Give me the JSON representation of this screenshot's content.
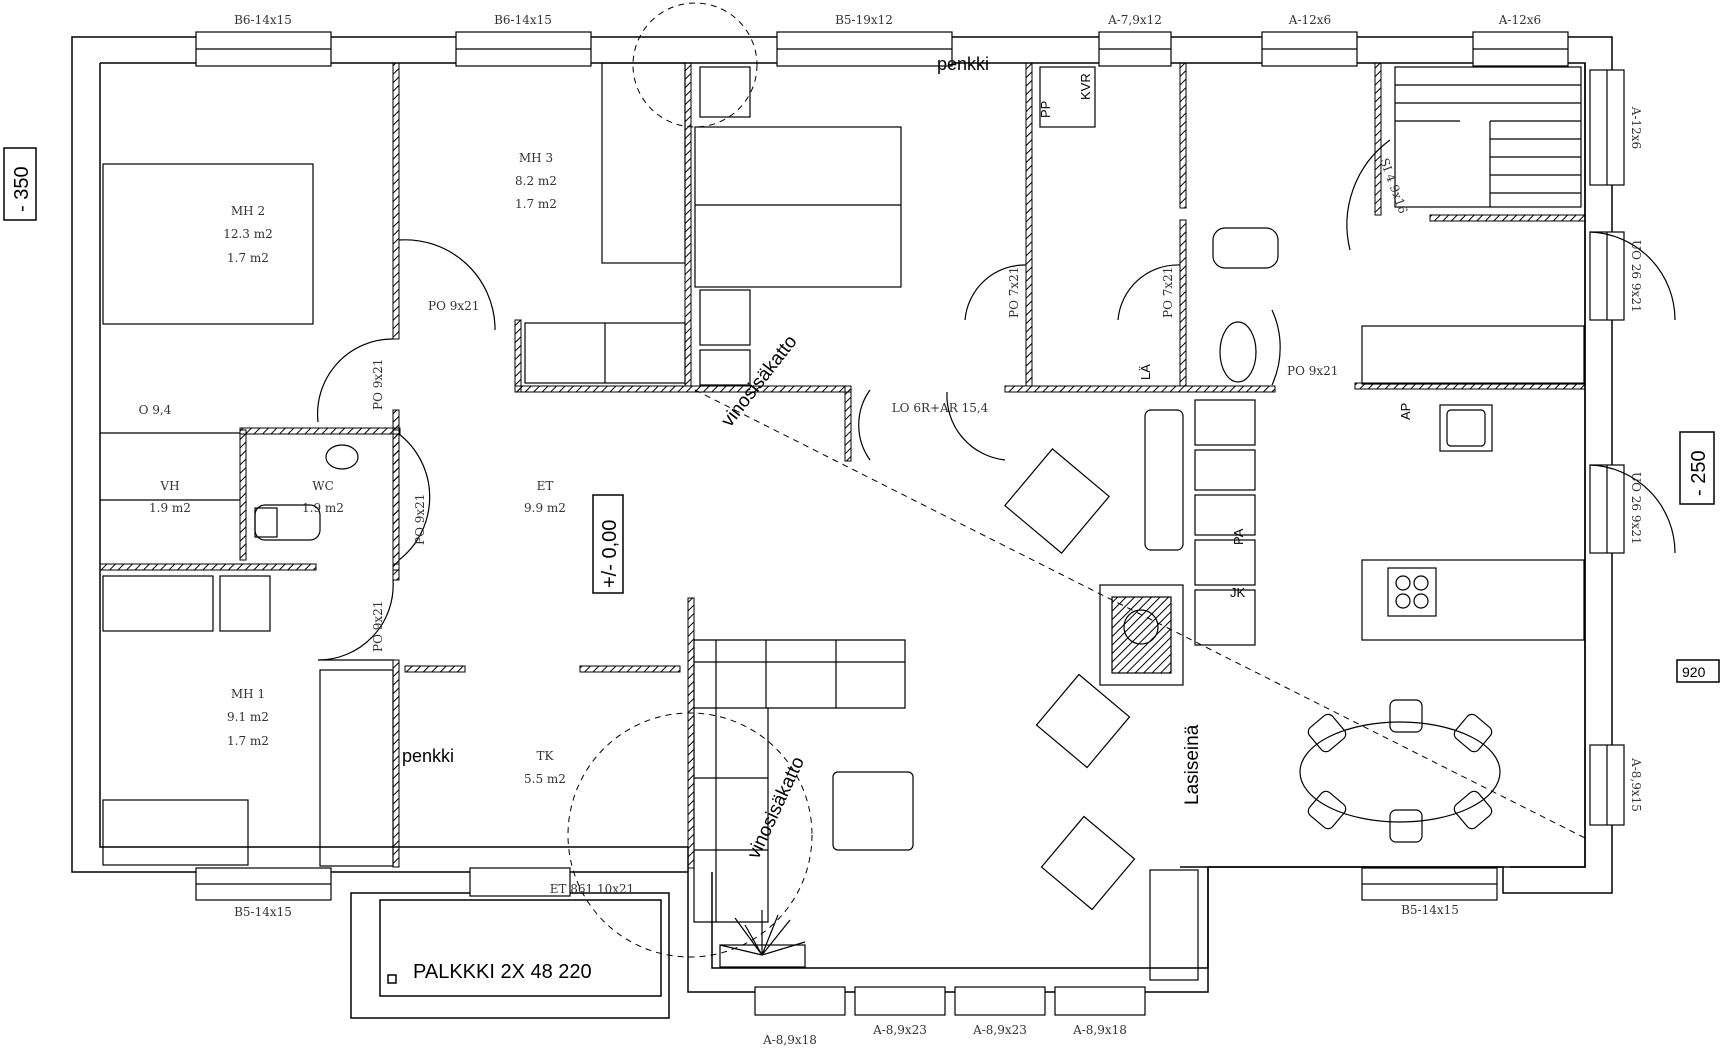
{
  "levels": {
    "main": "+/- 0,00",
    "left": "- 350",
    "right": "- 250",
    "right_small": "920"
  },
  "rooms": [
    {
      "id": "mh2",
      "name": "MH 2",
      "area": "12.3 m2",
      "extra": "1.7 m2"
    },
    {
      "id": "mh3",
      "name": "MH 3",
      "area": "8.2 m2",
      "extra": "1.7 m2"
    },
    {
      "id": "mh1",
      "name": "MH 1",
      "area": "9.1 m2",
      "extra": "1.7 m2"
    },
    {
      "id": "vh",
      "name": "VH",
      "area": "1.9 m2",
      "extra": ""
    },
    {
      "id": "wc",
      "name": "WC",
      "area": "1.9 m2",
      "extra": ""
    },
    {
      "id": "et",
      "name": "ET",
      "area": "9.9 m2",
      "extra": ""
    },
    {
      "id": "tk",
      "name": "TK",
      "area": "5.5 m2",
      "extra": ""
    }
  ],
  "labels": {
    "lo": "LO 6R+AR 15,4",
    "o94": "O 9,4",
    "penkki_top": "penkki",
    "penkki_tk": "penkki",
    "vinosisakatto_1": "vinosisäkatto",
    "vinosisakatto_2": "vinosisäkatto",
    "lasiseina": "Lasiseinä",
    "palkki": "PALKKKI 2X 48 220",
    "pp": "PP",
    "kvr": "KVR",
    "la": "LÄ",
    "pa": "PA",
    "jk": "JK",
    "ap": "AP",
    "si4": "SI 4 9x16",
    "terrace_door": "ET 861 10x21"
  },
  "doors": {
    "po_mh3": "PO 9x21",
    "po_mh2": "PO 9x21",
    "po_wc": "PO 9x21",
    "po_mh1": "PO 9x21",
    "po_kitchen": "PO 9x21",
    "po_7a": "PO 7x21",
    "po_7b": "PO 7x21",
    "ulko_1": "UO 26 9x21",
    "ulko_2": "UO 26 9x21"
  },
  "windows": {
    "top_1": "B6-14x15",
    "top_2": "B6-14x15",
    "top_3": "B5-19x12",
    "top_4": "A-7,9x12",
    "top_5": "A-12x6",
    "top_6": "A-12x6",
    "right_1": "A-12x6",
    "right_2": "A-8,9x15",
    "bottom_left": "B5-14x15",
    "bottom_right": "B5-14x15",
    "bottom_1": "A-8,9x18",
    "bottom_2": "A-8,9x23",
    "bottom_3": "A-8,9x23",
    "bottom_4": "A-8,9x18"
  }
}
